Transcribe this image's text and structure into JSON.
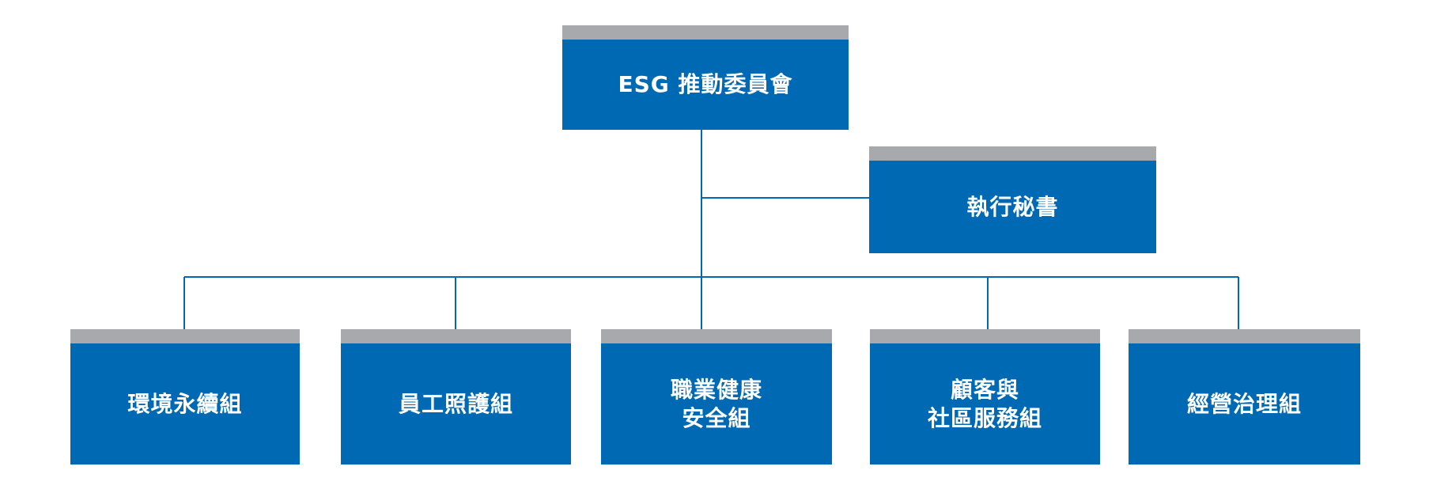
{
  "colors": {
    "box": "#0069b4",
    "box_top_bar": "#a7a9ac",
    "connector": "#0069b4",
    "text": "#ffffff"
  },
  "committee": {
    "label": "ESG 推動委員會"
  },
  "secretary": {
    "label": "執行秘書"
  },
  "groups": [
    {
      "label": "環境永續組"
    },
    {
      "label": "員工照護組"
    },
    {
      "label_line1": "職業健康",
      "label_line2": "安全組"
    },
    {
      "label_line1": "顧客與",
      "label_line2": "社區服務組"
    },
    {
      "label": "經營治理組"
    }
  ]
}
